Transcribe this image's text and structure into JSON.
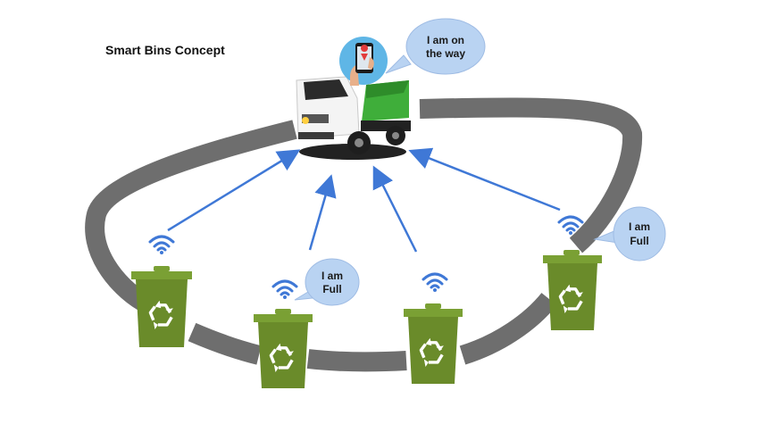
{
  "title": "Smart Bins Concept",
  "truck_bubble": {
    "line1": "I am on",
    "line2": "the way"
  },
  "bin_bubbles": [
    {
      "bin": 2,
      "line1": "I am",
      "line2": "Full"
    },
    {
      "bin": 4,
      "line1": "I am",
      "line2": "Full"
    }
  ],
  "colors": {
    "road": "#6e6e6e",
    "bin_body": "#6a8b2a",
    "bin_lid": "#7aa034",
    "arrow": "#3f78d6",
    "wifi": "#3f78d6",
    "bubble_fill": "#b9d3f2",
    "truck_tipper": "#3fae3a"
  },
  "icons": [
    "wifi-icon",
    "recycle-icon",
    "smartphone-map-icon",
    "garbage-truck"
  ]
}
